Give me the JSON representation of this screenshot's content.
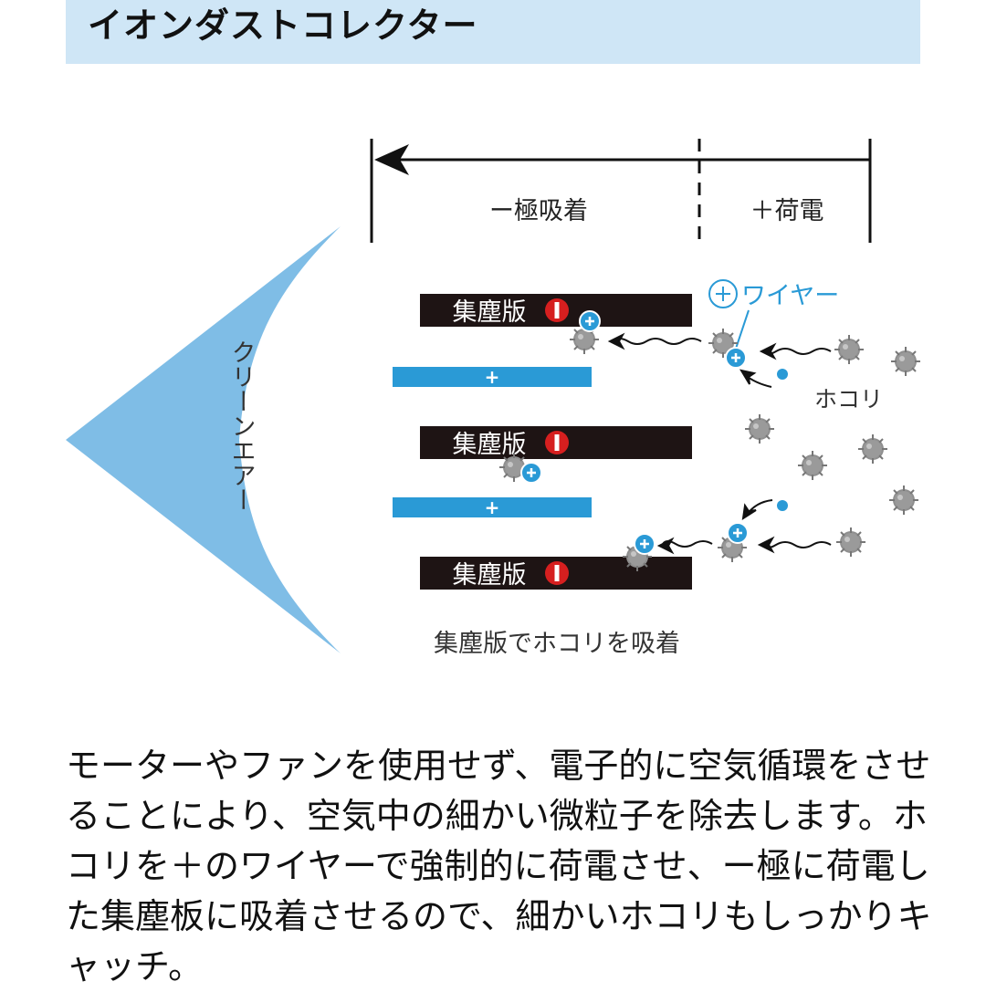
{
  "header": {
    "title": "イオンダストコレクター"
  },
  "diagram": {
    "zone_minus": "ー極吸着",
    "zone_plus": "＋荷電",
    "clean_air": "クリーンエアー",
    "wire_label": "ワイヤー",
    "dust_label": "ホコリ",
    "collector_label": "集塵版",
    "plus_plate_label": "+",
    "caption": "集塵版でホコリを吸着",
    "colors": {
      "accent_blue": "#2a9ad6",
      "air_blue": "#7fbde6",
      "plate_dark": "#1e1414",
      "minus_red": "#d61f1f",
      "header_bg": "#cfe6f6"
    }
  },
  "body": {
    "text": "モーターやファンを使用せず、電子的に空気循環をさせることにより、空気中の細かい微粒子を除去します。ホコリを＋のワイヤーで強制的に荷電させ、ー極に荷電した集塵板に吸着させるので、細かいホコリもしっかりキャッチ。"
  }
}
